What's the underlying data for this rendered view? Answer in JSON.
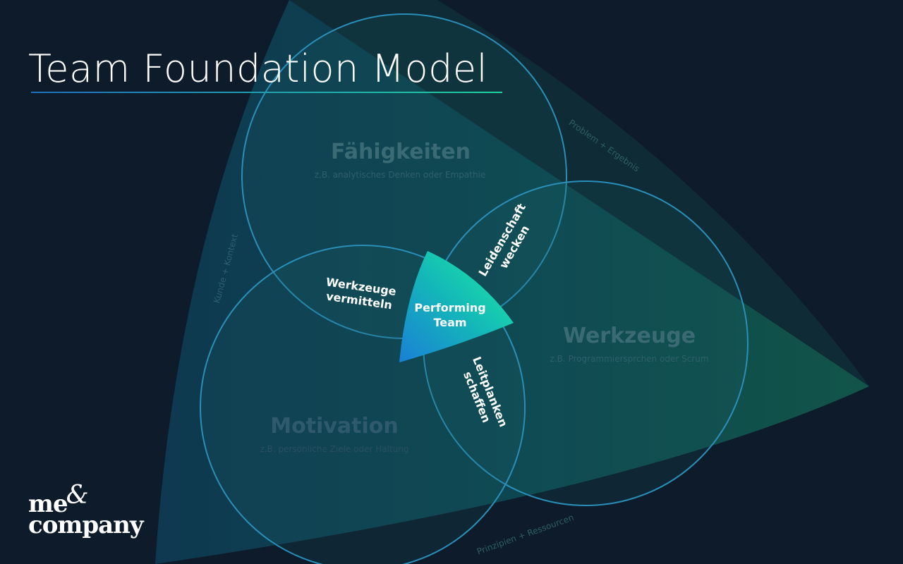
{
  "title": "Team Foundation Model",
  "circles": {
    "faehigkeiten": {
      "label": "Fähigkeiten",
      "sub": "z.B. analytisches Denken oder Empathie"
    },
    "werkzeuge": {
      "label": "Werkzeuge",
      "sub": "z.B. Programmiersprchen oder Scrum"
    },
    "motivation": {
      "label": "Motivation",
      "sub": "z.B. persönliche Ziele oder Haltung"
    }
  },
  "overlaps": {
    "werkzeuge_vermitteln": [
      "Werkzeuge",
      "vermitteln"
    ],
    "leidenschaft_wecken": [
      "Leidenschaft",
      "wecken"
    ],
    "leitplanken_schaffen": [
      "Leitplanken",
      "schaffen"
    ]
  },
  "center": [
    "Performing",
    "Team"
  ],
  "edges": {
    "left": "Kunde + Kontext",
    "top_right": "Problem + Ergebnis",
    "bottom": "Prinzipien + Ressourcen"
  },
  "logo": {
    "line1": "me",
    "amp": "&",
    "line2": "company"
  },
  "colors": {
    "background": "#0d1b2b",
    "accent_start": "#1f6fbf",
    "accent_end": "#1fd3a0",
    "circle_stroke": "#2a8fb8"
  }
}
